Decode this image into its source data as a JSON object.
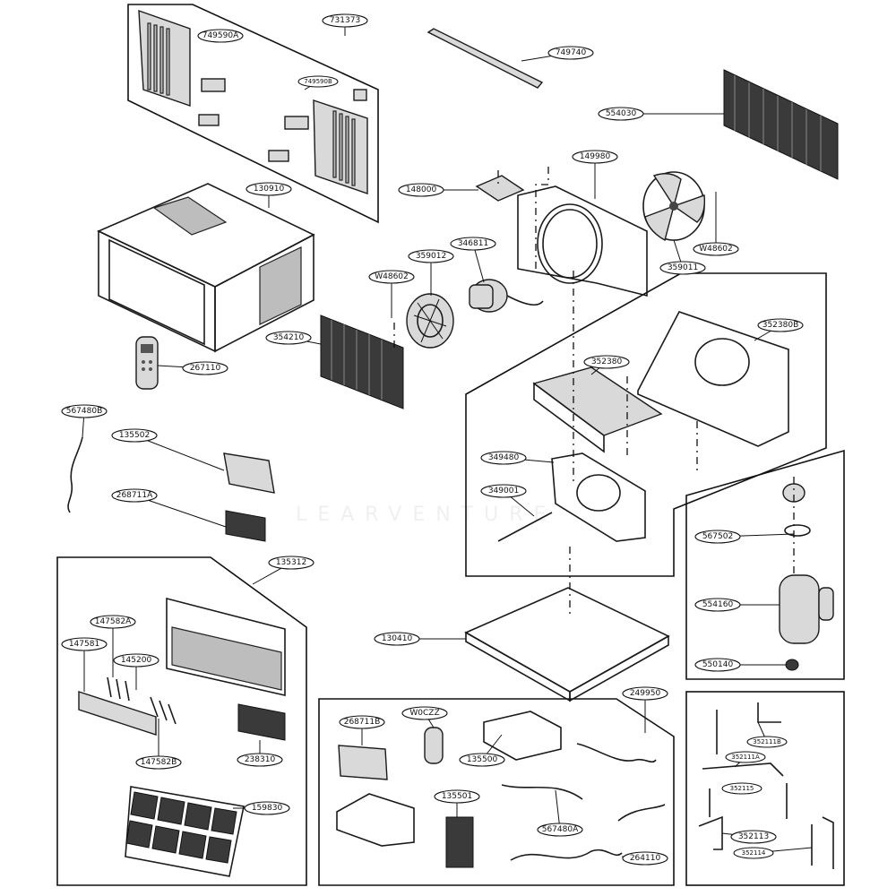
{
  "diagram": {
    "type": "exploded-parts-diagram",
    "watermark": "LEARVENTURE",
    "callouts": [
      {
        "id": "c-749590A",
        "label": "749590A"
      },
      {
        "id": "c-731373",
        "label": "731373"
      },
      {
        "id": "c-749590B",
        "label": "749590B"
      },
      {
        "id": "c-749740",
        "label": "749740"
      },
      {
        "id": "c-554030",
        "label": "554030"
      },
      {
        "id": "c-149980",
        "label": "149980"
      },
      {
        "id": "c-148000",
        "label": "148000"
      },
      {
        "id": "c-130910",
        "label": "130910"
      },
      {
        "id": "c-W48602-a",
        "label": "W48602"
      },
      {
        "id": "c-346811",
        "label": "346811"
      },
      {
        "id": "c-359012",
        "label": "359012"
      },
      {
        "id": "c-359011",
        "label": "359011"
      },
      {
        "id": "c-W48602-b",
        "label": "W48602"
      },
      {
        "id": "c-354210",
        "label": "354210"
      },
      {
        "id": "c-352380B",
        "label": "352380B"
      },
      {
        "id": "c-267110",
        "label": "267110"
      },
      {
        "id": "c-352380",
        "label": "352380"
      },
      {
        "id": "c-567480B",
        "label": "567480B"
      },
      {
        "id": "c-135502",
        "label": "135502"
      },
      {
        "id": "c-349480",
        "label": "349480"
      },
      {
        "id": "c-349001",
        "label": "349001"
      },
      {
        "id": "c-268711A",
        "label": "268711A"
      },
      {
        "id": "c-567502",
        "label": "567502"
      },
      {
        "id": "c-135312",
        "label": "135312"
      },
      {
        "id": "c-554160",
        "label": "554160"
      },
      {
        "id": "c-147582A",
        "label": "147582A"
      },
      {
        "id": "c-147581",
        "label": "147581"
      },
      {
        "id": "c-145200",
        "label": "145200"
      },
      {
        "id": "c-130410",
        "label": "130410"
      },
      {
        "id": "c-550140",
        "label": "550140"
      },
      {
        "id": "c-249950",
        "label": "249950"
      },
      {
        "id": "c-W0CZZ",
        "label": "W0CZZ"
      },
      {
        "id": "c-268711B",
        "label": "268711B"
      },
      {
        "id": "c-135500",
        "label": "135500"
      },
      {
        "id": "c-147582B",
        "label": "147582B"
      },
      {
        "id": "c-238310",
        "label": "238310"
      },
      {
        "id": "c-352111B",
        "label": "352111B"
      },
      {
        "id": "c-352111A",
        "label": "352111A"
      },
      {
        "id": "c-352115",
        "label": "352115"
      },
      {
        "id": "c-135501",
        "label": "135501"
      },
      {
        "id": "c-159830",
        "label": "159830"
      },
      {
        "id": "c-567480A",
        "label": "567480A"
      },
      {
        "id": "c-352113",
        "label": "352113"
      },
      {
        "id": "c-352114",
        "label": "352114"
      },
      {
        "id": "c-264110",
        "label": "264110"
      }
    ]
  }
}
